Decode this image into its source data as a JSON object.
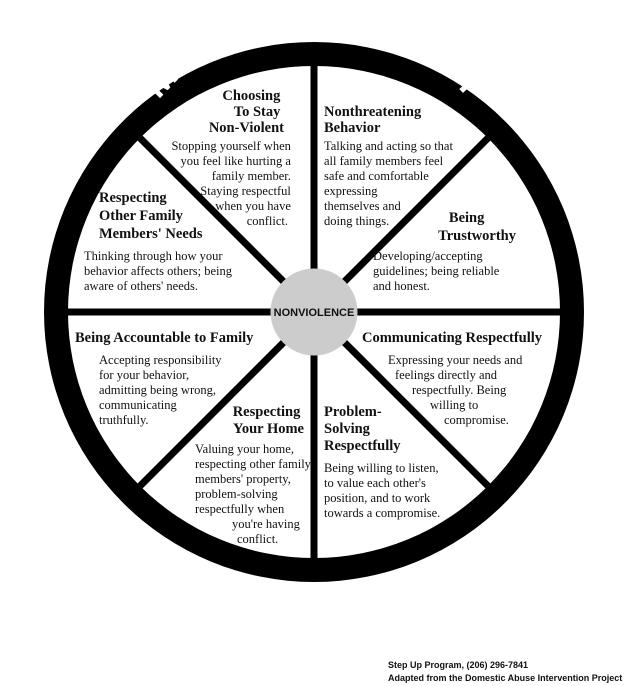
{
  "title": "MUTUAL RESPECT",
  "center": "NONVIOLENCE",
  "segments": [
    {
      "title": [
        "Choosing",
        "To Stay",
        "Non-Violent"
      ],
      "text": [
        "Stopping yourself when",
        "you feel like hurting a",
        "family member.",
        "Staying respectful",
        "when you have",
        "conflict."
      ]
    },
    {
      "title": [
        "Nonthreatening",
        "Behavior"
      ],
      "text": [
        "Talking and acting so that",
        "all family members feel",
        "safe and comfortable",
        "expressing",
        "themselves and",
        "doing things."
      ]
    },
    {
      "title": [
        "Being",
        "Trustworthy"
      ],
      "text": [
        "Developing/accepting",
        "guidelines; being reliable",
        "and honest."
      ]
    },
    {
      "title": [
        "Communicating Respectfully"
      ],
      "text": [
        "Expressing your needs and",
        "feelings directly and",
        "respectfully.  Being",
        "willing to",
        "compromise."
      ]
    },
    {
      "title": [
        "Problem-",
        "Solving",
        "Respectfully"
      ],
      "text": [
        "Being willing to listen,",
        "to value each other's",
        "position, and to work",
        "towards a compromise."
      ]
    },
    {
      "title": [
        "Respecting",
        "Your Home"
      ],
      "text": [
        "Valuing your home,",
        "respecting other family",
        "members' property,",
        "problem-solving",
        "respectfully when",
        "you're having",
        "conflict."
      ]
    },
    {
      "title": [
        "Being Accountable to Family"
      ],
      "text": [
        "Accepting responsibility",
        "for your behavior,",
        "admitting being wrong,",
        "communicating",
        "truthfully."
      ]
    },
    {
      "title": [
        "Respecting",
        "Other Family",
        "Members' Needs"
      ],
      "text": [
        "Thinking through how your",
        "behavior affects others; being",
        "aware of others' needs."
      ]
    }
  ],
  "credits": {
    "line1": "Step Up Program, (206) 296-7841",
    "line2": "Adapted from the Domestic Abuse Intervention Project"
  }
}
